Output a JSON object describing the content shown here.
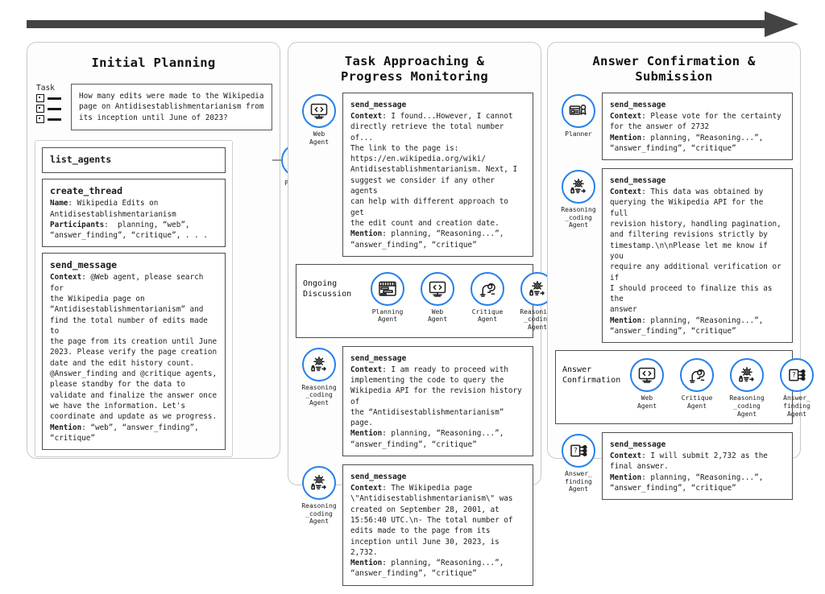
{
  "flow_arrow": {
    "name": "timeline-arrow",
    "direction": "left-to-right"
  },
  "colors": {
    "accent": "#2680eb",
    "arrow": "#434343",
    "box_border": "#4d4d4d",
    "panel_border": "#c9c9c9"
  },
  "panels": [
    {
      "id": "initial-planning",
      "title": "Initial Planning",
      "task": {
        "label": "Task",
        "icon": "checklist-icon",
        "text": "How many edits were made to the Wikipedia page on Antidisestablishmentarianism from its inception until June of 2023?"
      },
      "agent": {
        "name": "Planner",
        "icon": "planner-icon"
      },
      "blocks": [
        {
          "title": "list_agents",
          "body": ""
        },
        {
          "title": "create_thread",
          "body_lines": [
            {
              "key": "Name",
              "text": ": Wikipedia Edits on"
            },
            {
              "text": "Antidisestablishmentarianism"
            },
            {
              "key": "Participants",
              "text": ":  planning, “web”,"
            },
            {
              "text": "“answer_finding”, “critique”, . . ."
            }
          ]
        },
        {
          "title": "send_message",
          "body_lines": [
            {
              "key": "Context",
              "text": ": @Web agent, please search for"
            },
            {
              "text": "the Wikipedia page on"
            },
            {
              "text": "“Antidisestablishmentarianism” and"
            },
            {
              "text": "find the total number of edits made to"
            },
            {
              "text": "the page from its creation until June"
            },
            {
              "text": "2023. Please verify the page creation"
            },
            {
              "text": "date and the edit history count."
            },
            {
              "text": "@Answer_finding and @critique agents,"
            },
            {
              "text": "please standby for the data to"
            },
            {
              "text": "validate and finalize the answer once"
            },
            {
              "text": "we have the information. Let's"
            },
            {
              "text": "coordinate and update as we progress."
            },
            {
              "key": "Mention",
              "text": ": “web”, “answer_finding”,"
            },
            {
              "text": "“critique”"
            }
          ]
        }
      ]
    },
    {
      "id": "task-approaching",
      "title_line_1": "Task Approaching &",
      "title_line_2": "Progress Monitoring",
      "messages": [
        {
          "agent": {
            "name_lines": [
              "Web",
              "Agent"
            ],
            "icon": "web-agent-icon"
          },
          "title": "send_message",
          "body_lines": [
            {
              "key": "Context",
              "text": ": I found...However, I cannot"
            },
            {
              "text": "directly retrieve the total number of..."
            },
            {
              "text": "The link to the page is:"
            },
            {
              "text": "https://en.wikipedia.org/wiki/"
            },
            {
              "text": "Antidisestablishmentarianism. Next, I"
            },
            {
              "text": "suggest we consider if any other agents"
            },
            {
              "text": "can help with different approach to get"
            },
            {
              "text": "the edit count and creation date."
            },
            {
              "key": "Mention",
              "text": ": planning, “Reasoning...”,"
            },
            {
              "text": "“answer_finding”, “critique”"
            }
          ]
        },
        {
          "agent": {
            "name_lines": [
              "Reasoning",
              "_coding",
              "Agent"
            ],
            "icon": "reasoning-coding-agent-icon"
          },
          "title": "send_message",
          "body_lines": [
            {
              "key": "Context",
              "text": ": I am ready to proceed with"
            },
            {
              "text": "implementing the code to query the"
            },
            {
              "text": "Wikipedia API for the revision history of"
            },
            {
              "text": "the “Antidisestablishmentarianism” page."
            },
            {
              "key": "Mention",
              "text": ": planning, “Reasoning...”,"
            },
            {
              "text": "“answer_finding”, “critique”"
            }
          ]
        },
        {
          "agent": {
            "name_lines": [
              "Reasoning",
              "_coding",
              "Agent"
            ],
            "icon": "reasoning-coding-agent-icon"
          },
          "title": "send_message",
          "body_lines": [
            {
              "key": "Context",
              "text": ": The Wikipedia page"
            },
            {
              "text": "\\\"Antidisestablishmentarianism\\\" was"
            },
            {
              "text": "created on September 28, 2001, at"
            },
            {
              "text": "15:56:40 UTC.\\n- The total number of"
            },
            {
              "text": "edits made to the page from its"
            },
            {
              "text": "inception until June 30, 2023, is 2,732."
            },
            {
              "key": "Mention",
              "text": ": planning, “Reasoning...”,"
            },
            {
              "text": "“answer_finding”, “critique”"
            }
          ]
        }
      ],
      "strip": {
        "label_lines": [
          "Ongoing",
          "Discussion"
        ],
        "agents": [
          {
            "name_lines": [
              "Planning",
              "Agent"
            ],
            "icon": "planning-agent-icon"
          },
          {
            "name_lines": [
              "Web",
              "Agent"
            ],
            "icon": "web-agent-icon"
          },
          {
            "name_lines": [
              "Critique",
              "Agent"
            ],
            "icon": "critique-agent-icon"
          },
          {
            "name_lines": [
              "Reasoning",
              "_coding",
              "Agent"
            ],
            "icon": "reasoning-coding-agent-icon"
          }
        ]
      }
    },
    {
      "id": "answer-confirmation",
      "title_line_1": "Answer Confirmation &",
      "title_line_2": "Submission",
      "messages": [
        {
          "agent": {
            "name_lines": [
              "Planner"
            ],
            "icon": "planner-icon"
          },
          "title": "send_message",
          "body_lines": [
            {
              "key": "Context",
              "text": ": Please vote for the certainty"
            },
            {
              "text": "for the answer of 2732"
            },
            {
              "key": "Mention",
              "text": ": planning, “Reasoning...”,"
            },
            {
              "text": "“answer_finding”, “critique”"
            }
          ]
        },
        {
          "agent": {
            "name_lines": [
              "Reasoning",
              "_coding",
              "Agent"
            ],
            "icon": "reasoning-coding-agent-icon"
          },
          "title": "send_message",
          "body_lines": [
            {
              "key": "Context",
              "text": ": This data was obtained by"
            },
            {
              "text": "querying the Wikipedia API for the full"
            },
            {
              "text": "revision history, handling pagination,"
            },
            {
              "text": "and filtering revisions strictly by"
            },
            {
              "text": "timestamp.\\n\\nPlease let me know if you"
            },
            {
              "text": "require any additional verification or if"
            },
            {
              "text": "I should proceed to finalize this as the"
            },
            {
              "text": "answer"
            },
            {
              "key": "Mention",
              "text": ": planning, “Reasoning...”,"
            },
            {
              "text": "“answer_finding”, “critique”"
            }
          ]
        },
        {
          "agent": {
            "name_lines": [
              "Answer_",
              "finding",
              "Agent"
            ],
            "icon": "answer-finding-agent-icon"
          },
          "title": "send_message",
          "body_lines": [
            {
              "key": "Context",
              "text": ": I will submit 2,732 as the"
            },
            {
              "text": "final answer."
            },
            {
              "key": "Mention",
              "text": ": planning, “Reasoning...”,"
            },
            {
              "text": "“answer_finding”, “critique”"
            }
          ]
        }
      ],
      "strip": {
        "label_lines": [
          "Answer",
          "Confirmation"
        ],
        "agents": [
          {
            "name_lines": [
              "Web",
              "Agent"
            ],
            "icon": "web-agent-icon"
          },
          {
            "name_lines": [
              "Critique",
              "Agent"
            ],
            "icon": "critique-agent-icon"
          },
          {
            "name_lines": [
              "Reasoning",
              "_coding",
              "Agent"
            ],
            "icon": "reasoning-coding-agent-icon"
          },
          {
            "name_lines": [
              "Answer_",
              "finding",
              "Agent"
            ],
            "icon": "answer-finding-agent-icon"
          }
        ]
      }
    }
  ]
}
